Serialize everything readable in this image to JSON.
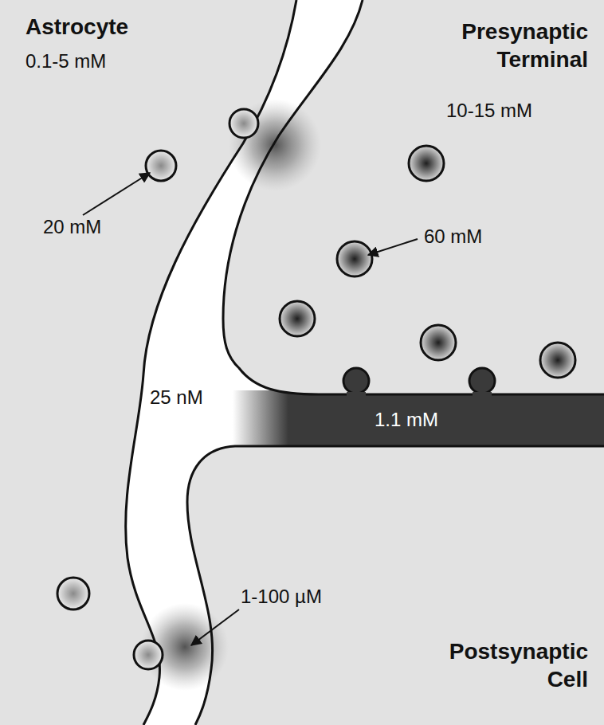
{
  "diagram": {
    "labels": [
      "Astrocyte",
      "0.1-5 mM",
      "20 mM",
      "Presynaptic Terminal",
      "10-15 mM",
      "60 mM",
      "25 nM",
      "1.1 mM",
      "1-100 µM",
      "Postsynaptic Cell"
    ]
  }
}
